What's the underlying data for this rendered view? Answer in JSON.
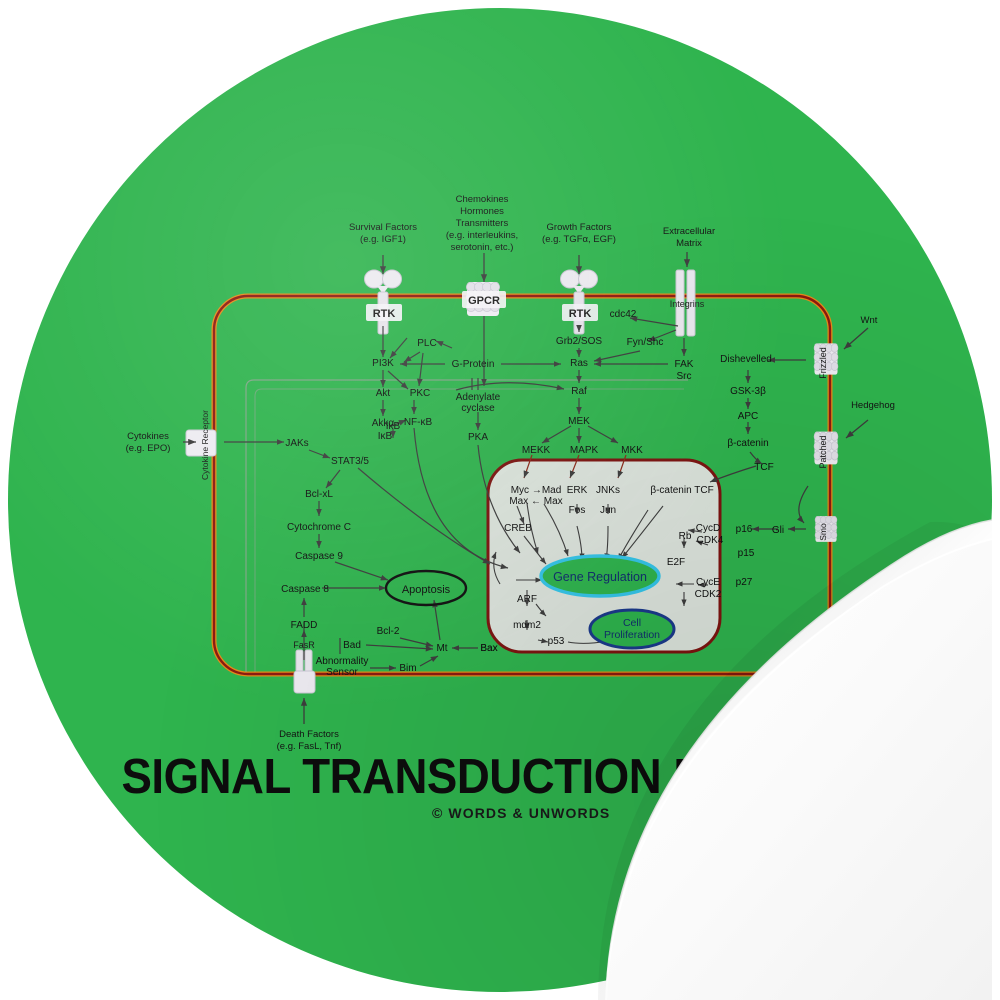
{
  "sticker": {
    "shape": "circle",
    "background_color": "#2fb44e",
    "peel_corner": "bottom-right",
    "peel_color": "#ffffff"
  },
  "title": {
    "text": "SIGNAL TRANSDUCTION PATHWAYS",
    "color": "#0d0d0d"
  },
  "copyright": {
    "text": "© WORDS & UNWORDS"
  },
  "diagram": {
    "name": "signal-transduction-pathways-map",
    "colors": {
      "membrane_outer": "#e58b1a",
      "membrane_inner": "#8c1a10",
      "nucleus_fill": "#dde5dd",
      "nucleus_border": "#7d1410",
      "receptor_fill": "#e9e9ef",
      "arrow": "#444444",
      "label_text": "#111111",
      "gene_regulation_ring": "#35c6ea",
      "cell_proliferation_ring": "#1b3a8c",
      "apoptosis_ring": "#111111"
    },
    "ligands": [
      {
        "id": "survival-factors",
        "lines": [
          "Survival Factors",
          "(e.g. IGF1)"
        ]
      },
      {
        "id": "chemokines",
        "lines": [
          "Chemokines",
          "Hormones",
          "Transmitters",
          "(e.g. interleukins,",
          "serotonin, etc.)"
        ]
      },
      {
        "id": "growth-factors",
        "lines": [
          "Growth Factors",
          "(e.g. TGFα, EGF)"
        ]
      },
      {
        "id": "extracellular-matrix",
        "lines": [
          "Extracellular",
          "Matrix"
        ]
      },
      {
        "id": "cytokines",
        "lines": [
          "Cytokines",
          "(e.g. EPO)"
        ]
      },
      {
        "id": "death-factors",
        "lines": [
          "Death Factors",
          "(e.g. FasL, Tnf)"
        ]
      },
      {
        "id": "wnt",
        "lines": [
          "Wnt"
        ]
      },
      {
        "id": "hedgehog",
        "lines": [
          "Hedgehog"
        ]
      }
    ],
    "receptors": [
      {
        "id": "rtk-left",
        "label": "RTK"
      },
      {
        "id": "gpcr",
        "label": "GPCR"
      },
      {
        "id": "rtk-right",
        "label": "RTK"
      },
      {
        "id": "integrins",
        "label": "Integrins"
      },
      {
        "id": "cytokine-receptor",
        "label": "Cytokine Receptor"
      },
      {
        "id": "fas-receptor",
        "label": "FasR"
      },
      {
        "id": "frizzled",
        "label": "Frizzled"
      },
      {
        "id": "patched",
        "label": "Patched"
      },
      {
        "id": "smo",
        "label": "Smo"
      }
    ],
    "cytoplasm_nodes": [
      {
        "id": "pi3k",
        "label": "PI3K"
      },
      {
        "id": "plc",
        "label": "PLC"
      },
      {
        "id": "g-protein",
        "label": "G-Protein"
      },
      {
        "id": "ras",
        "label": "Ras"
      },
      {
        "id": "grb2-sos",
        "label": "Grb2/SOS"
      },
      {
        "id": "cdc42",
        "label": "cdc42"
      },
      {
        "id": "fyn-shc",
        "label": "Fyn/Shc"
      },
      {
        "id": "fak",
        "label": "FAK"
      },
      {
        "id": "src",
        "label": "Src"
      },
      {
        "id": "akt",
        "label": "Akt"
      },
      {
        "id": "akk",
        "label": "Akkα"
      },
      {
        "id": "pkc",
        "label": "PKC"
      },
      {
        "id": "nfkb",
        "label": "NF-κB"
      },
      {
        "id": "ikb-cyto",
        "label": "IκB"
      },
      {
        "id": "ikb-upper",
        "label": "IκB"
      },
      {
        "id": "adenylate-cyclase",
        "label": "Adenylate cyclase"
      },
      {
        "id": "pka",
        "label": "PKA"
      },
      {
        "id": "raf",
        "label": "Raf"
      },
      {
        "id": "mek",
        "label": "MEK"
      },
      {
        "id": "mekk",
        "label": "MEKK"
      },
      {
        "id": "mapk",
        "label": "MAPK"
      },
      {
        "id": "mkk",
        "label": "MKK"
      },
      {
        "id": "jaks",
        "label": "JAKs"
      },
      {
        "id": "stat35",
        "label": "STAT3/5"
      },
      {
        "id": "bcl-xl",
        "label": "Bcl-xL"
      },
      {
        "id": "cytochrome-c",
        "label": "Cytochrome C"
      },
      {
        "id": "caspase-9",
        "label": "Caspase 9"
      },
      {
        "id": "caspase-8",
        "label": "Caspase 8"
      },
      {
        "id": "fadd",
        "label": "FADD"
      },
      {
        "id": "bad",
        "label": "Bad"
      },
      {
        "id": "bcl-2",
        "label": "Bcl-2"
      },
      {
        "id": "mitochondrion",
        "label": "Mt"
      },
      {
        "id": "bax-cyto",
        "label": "Bax"
      },
      {
        "id": "bim",
        "label": "Bim"
      },
      {
        "id": "abnormality-sensor",
        "label": "Abnormality Sensor"
      },
      {
        "id": "dishevelled",
        "label": "Dishevelled"
      },
      {
        "id": "gsk3b",
        "label": "GSK-3β"
      },
      {
        "id": "apc",
        "label": "APC"
      },
      {
        "id": "beta-catenin",
        "label": "β-catenin"
      },
      {
        "id": "tcf-cyto",
        "label": "TCF"
      },
      {
        "id": "gli",
        "label": "Gli"
      }
    ],
    "nucleus_nodes": [
      {
        "id": "myc-mad",
        "label": "Myc →Mad"
      },
      {
        "id": "max-max",
        "label": "Max ← Max"
      },
      {
        "id": "erk",
        "label": "ERK"
      },
      {
        "id": "jnks",
        "label": "JNKs"
      },
      {
        "id": "beta-catenin-tcf",
        "label": "β-catenin TCF"
      },
      {
        "id": "creb",
        "label": "CREB"
      },
      {
        "id": "fos",
        "label": "Fos"
      },
      {
        "id": "jun",
        "label": "Jun"
      },
      {
        "id": "cycd",
        "label": "CycD"
      },
      {
        "id": "cdk4",
        "label": "CDK4"
      },
      {
        "id": "p16",
        "label": "p16"
      },
      {
        "id": "p15",
        "label": "p15"
      },
      {
        "id": "rb",
        "label": "Rb"
      },
      {
        "id": "e2f",
        "label": "E2F"
      },
      {
        "id": "cyce",
        "label": "CycE"
      },
      {
        "id": "cdk2",
        "label": "CDK2"
      },
      {
        "id": "p27",
        "label": "p27"
      },
      {
        "id": "arf",
        "label": "ARF"
      },
      {
        "id": "mdm2",
        "label": "mdm2"
      },
      {
        "id": "p53",
        "label": "p53"
      },
      {
        "id": "bax-nuc",
        "label": "Bax"
      }
    ],
    "outcomes": [
      {
        "id": "gene-regulation",
        "label": "Gene Regulation",
        "ring_color": "#35c6ea"
      },
      {
        "id": "cell-proliferation",
        "label_line1": "Cell",
        "label_line2": "Proliferation",
        "ring_color": "#1b3a8c"
      },
      {
        "id": "apoptosis",
        "label": "Apoptosis",
        "ring_color": "#111111"
      }
    ]
  }
}
